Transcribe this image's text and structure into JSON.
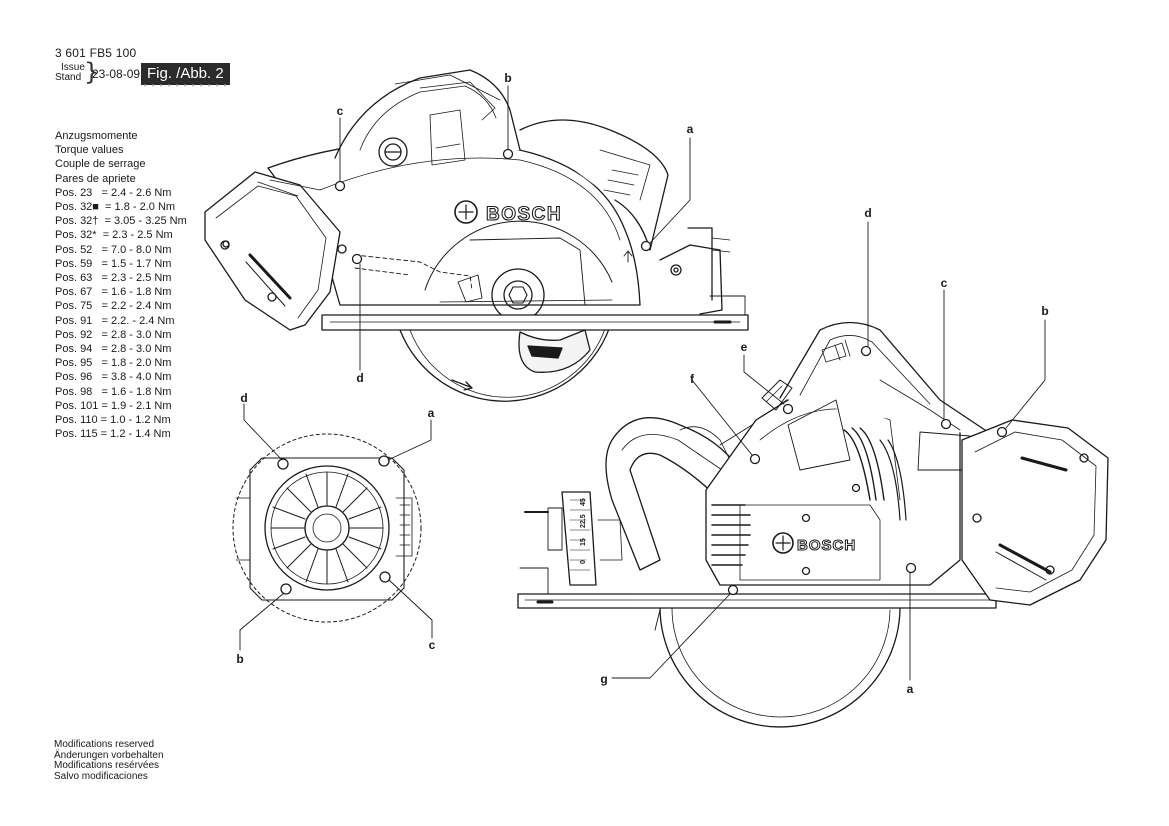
{
  "header": {
    "part_number": "3 601 FB5 100",
    "issue_label": "Issue",
    "stand_label": "Stand",
    "date": "23-08-09",
    "figure": "Fig. /Abb. 2"
  },
  "torque": {
    "headings": [
      "Anzugsmomente",
      "Torque values",
      "Couple de serrage",
      "Pares de apriete"
    ],
    "rows": [
      "Pos. 23   = 2.4 - 2.6 Nm",
      "Pos. 32■  = 1.8 - 2.0 Nm",
      "Pos. 32†  = 3.05 - 3.25 Nm",
      "Pos. 32*  = 2.3 - 2.5 Nm",
      "Pos. 52   = 7.0 - 8.0 Nm",
      "Pos. 59   = 1.5 - 1.7 Nm",
      "Pos. 63   = 2.3 - 2.5 Nm",
      "Pos. 67   = 1.6 - 1.8 Nm",
      "Pos. 75   = 2.2 - 2.4 Nm",
      "Pos. 91   = 2.2. - 2.4 Nm",
      "Pos. 92   = 2.8 - 3.0 Nm",
      "Pos. 94   = 2.8 - 3.0 Nm",
      "Pos. 95   = 1.8 - 2.0 Nm",
      "Pos. 96   = 3.8 - 4.0 Nm",
      "Pos. 98   = 1.6 - 1.8 Nm",
      "Pos. 101 = 1.9 - 2.1 Nm",
      "Pos. 110 = 1.0 - 1.2 Nm",
      "Pos. 115 = 1.2 - 1.4 Nm"
    ]
  },
  "brand": "BOSCH",
  "scale_marks": [
    "45",
    "22.5",
    "15",
    "0"
  ],
  "callouts": {
    "a": "a",
    "b": "b",
    "c": "c",
    "d": "d",
    "e": "e",
    "f": "f",
    "g": "g"
  },
  "footer": {
    "lines": [
      "Modifications reserved",
      "Änderungen vorbehalten",
      "Modifications resérvées",
      "Salvo modificaciones"
    ]
  }
}
